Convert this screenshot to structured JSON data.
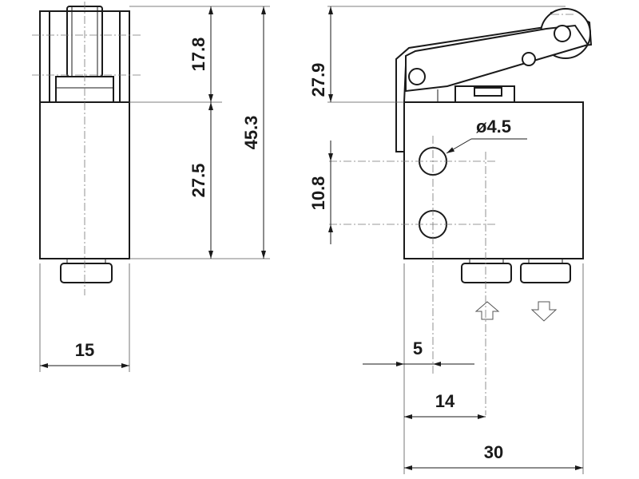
{
  "dimensions": {
    "width_side": "15",
    "height_top": "17.8",
    "height_body": "27.5",
    "height_total": "45.3",
    "lever_height": "27.9",
    "hole_pitch": "10.8",
    "hole_diameter": "ø4.5",
    "offset_5": "5",
    "offset_14": "14",
    "width_front": "30"
  }
}
